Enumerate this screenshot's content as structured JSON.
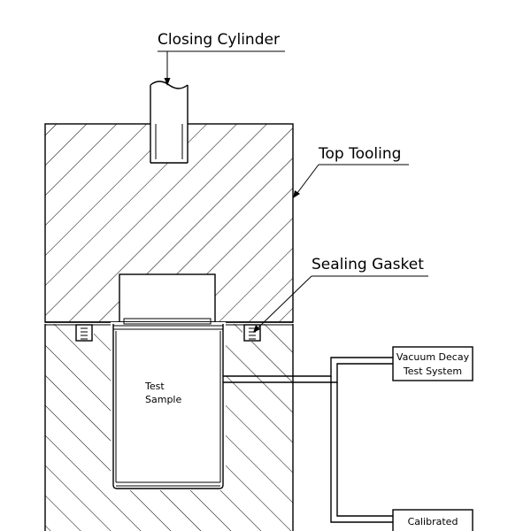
{
  "diagram": {
    "labels": {
      "closing_cylinder": "Closing Cylinder",
      "top_tooling": "Top Tooling",
      "sealing_gasket": "Sealing Gasket",
      "test_sample_line1": "Test",
      "test_sample_line2": "Sample",
      "vacuum_line1": "Vacuum Decay",
      "vacuum_line2": "Test System",
      "calibrated": "Calibrated"
    }
  }
}
